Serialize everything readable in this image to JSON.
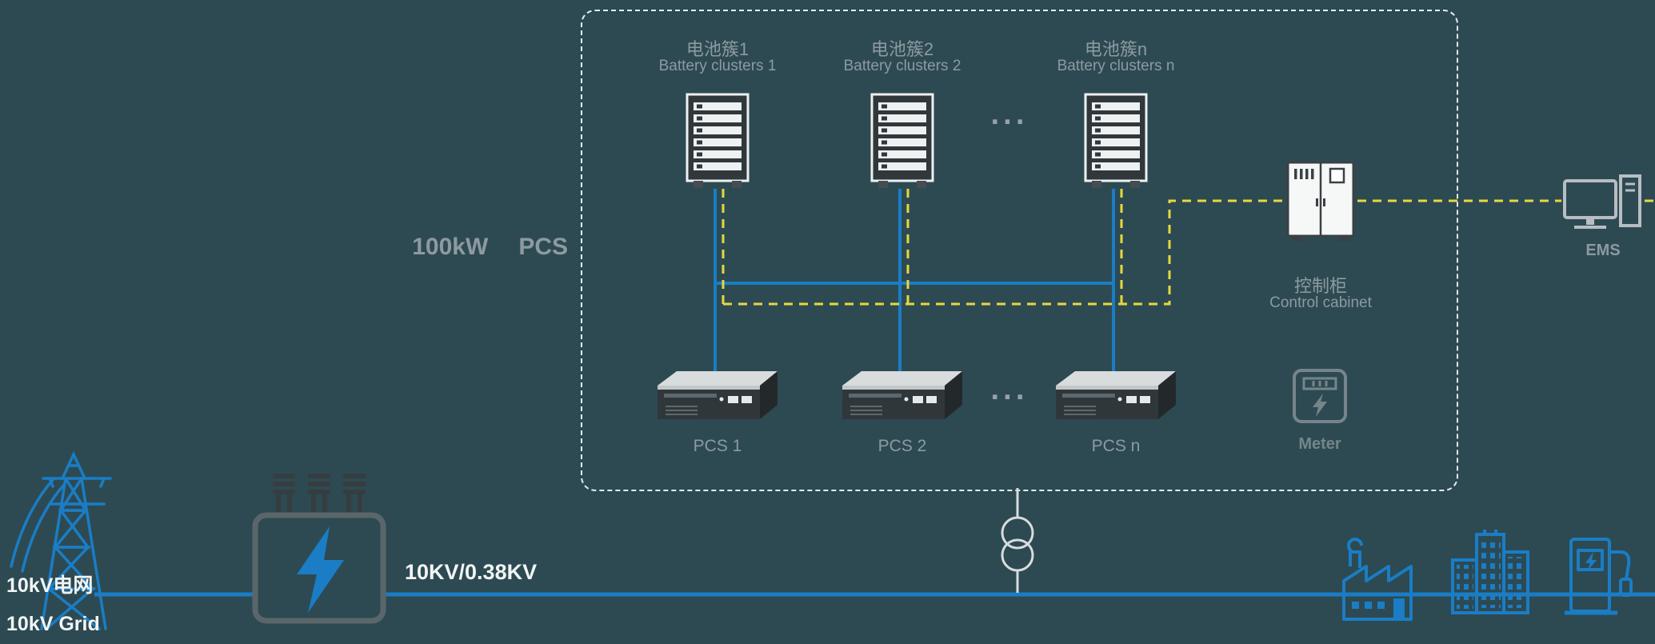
{
  "colors": {
    "background": "#2d4a53",
    "line_blue": "#1a7dc5",
    "line_yellow": "#e8d83e",
    "box_dash_white": "#e9eced",
    "text_gray": "#8d9aa0",
    "text_white": "#f2f4f4",
    "meter_gray": "#76858b"
  },
  "system_box": {
    "group_label_power": "100kW",
    "group_label_pcs": "PCS",
    "battery_clusters": [
      {
        "label_zh": "电池簇1",
        "label_en": "Battery clusters 1"
      },
      {
        "label_zh": "电池簇2",
        "label_en": "Battery clusters 2"
      },
      {
        "label_zh": "电池簇n",
        "label_en": "Battery clusters n"
      }
    ],
    "battery_dots": "···",
    "pcs_units": [
      {
        "label": "PCS 1"
      },
      {
        "label": "PCS 2"
      },
      {
        "label": "PCS n"
      }
    ],
    "pcs_dots": "···",
    "control_cabinet": {
      "label_zh": "控制柜",
      "label_en": "Control cabinet"
    },
    "meter": {
      "label": "Meter"
    }
  },
  "ems": {
    "label": "EMS"
  },
  "grid_source": {
    "label_zh": "10kV电网",
    "label_en": "10kV Grid"
  },
  "transformer": {
    "ratio": "10KV/0.38KV"
  }
}
